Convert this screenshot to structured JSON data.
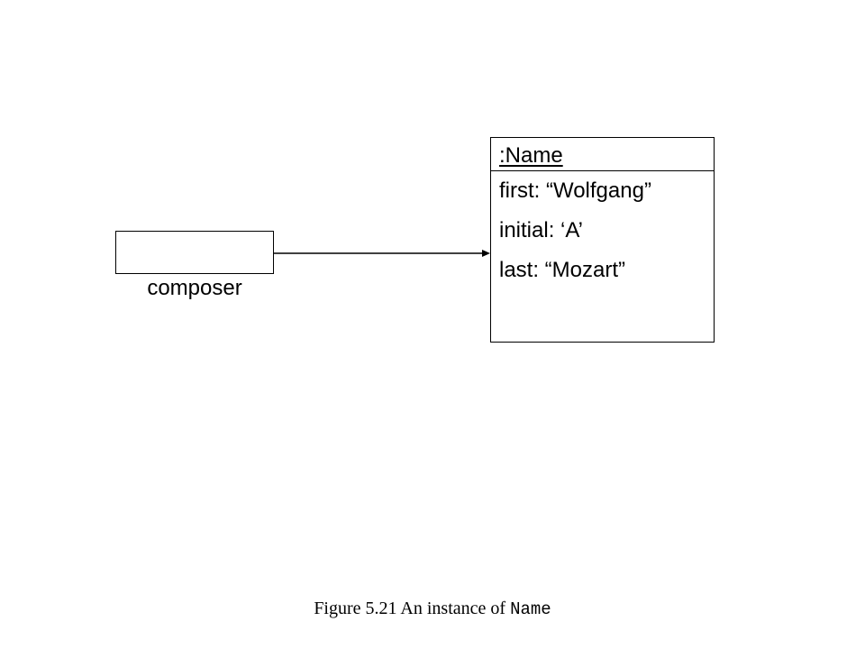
{
  "variable": {
    "label": "composer"
  },
  "object": {
    "title": ":Name",
    "attributes": [
      "first: “Wolfgang”",
      "initial: ‘A’",
      "last: “Mozart”"
    ]
  },
  "caption": {
    "prefix": "Figure 5.21 An instance of ",
    "code": "Name"
  }
}
